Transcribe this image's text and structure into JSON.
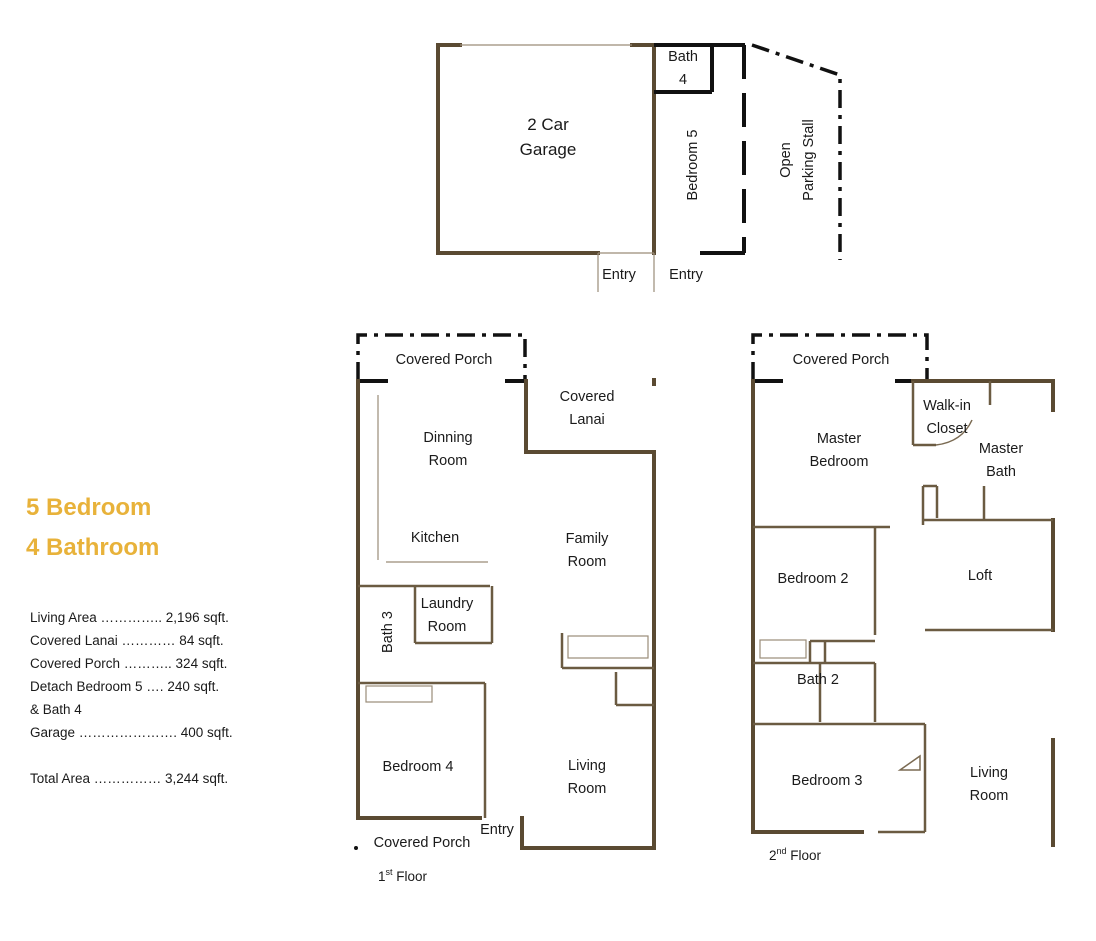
{
  "summary": {
    "bedrooms": "5 Bedroom",
    "bathrooms": "4 Bathroom"
  },
  "areas": [
    "Living Area ………….. 2,196 sqft.",
    "Covered Lanai ………… 84 sqft.",
    "Covered Porch ……….. 324 sqft.",
    "Detach Bedroom 5 …. 240 sqft.",
    "& Bath 4",
    "Garage …………………. 400 sqft.",
    "",
    "Total Area …………… 3,244 sqft."
  ],
  "detached": {
    "garage_line1": "2 Car",
    "garage_line2": "Garage",
    "bath_line1": "Bath",
    "bath_line2": "4",
    "bedroom5": "Bedroom 5",
    "parking_line1": "Open",
    "parking_line2": "Parking Stall",
    "entry_left": "Entry",
    "entry_right": "Entry"
  },
  "floor1": {
    "covered_porch_top": "Covered Porch",
    "covered_lanai_line1": "Covered",
    "covered_lanai_line2": "Lanai",
    "dinning_line1": "Dinning",
    "dinning_line2": "Room",
    "kitchen": "Kitchen",
    "family_line1": "Family",
    "family_line2": "Room",
    "bath3": "Bath 3",
    "laundry_line1": "Laundry",
    "laundry_line2": "Room",
    "bedroom4": "Bedroom 4",
    "living_line1": "Living",
    "living_line2": "Room",
    "covered_porch_bottom": "Covered Porch",
    "entry": "Entry",
    "floor_label_num": "1",
    "floor_label_sup": "st",
    "floor_label_word": " Floor"
  },
  "floor2": {
    "covered_porch": "Covered Porch",
    "walkin_line1": "Walk-in",
    "walkin_line2": "Closet",
    "master_bed_line1": "Master",
    "master_bed_line2": "Bedroom",
    "master_bath_line1": "Master",
    "master_bath_line2": "Bath",
    "bedroom2": "Bedroom 2",
    "loft": "Loft",
    "bath2": "Bath 2",
    "bedroom3": "Bedroom 3",
    "living_line1": "Living",
    "living_line2": "Room",
    "floor_label_num": "2",
    "floor_label_sup": "nd",
    "floor_label_word": " Floor"
  },
  "colors": {
    "headline": "#e8b23a",
    "wall": "#5a4a32",
    "marker": "#111111"
  }
}
